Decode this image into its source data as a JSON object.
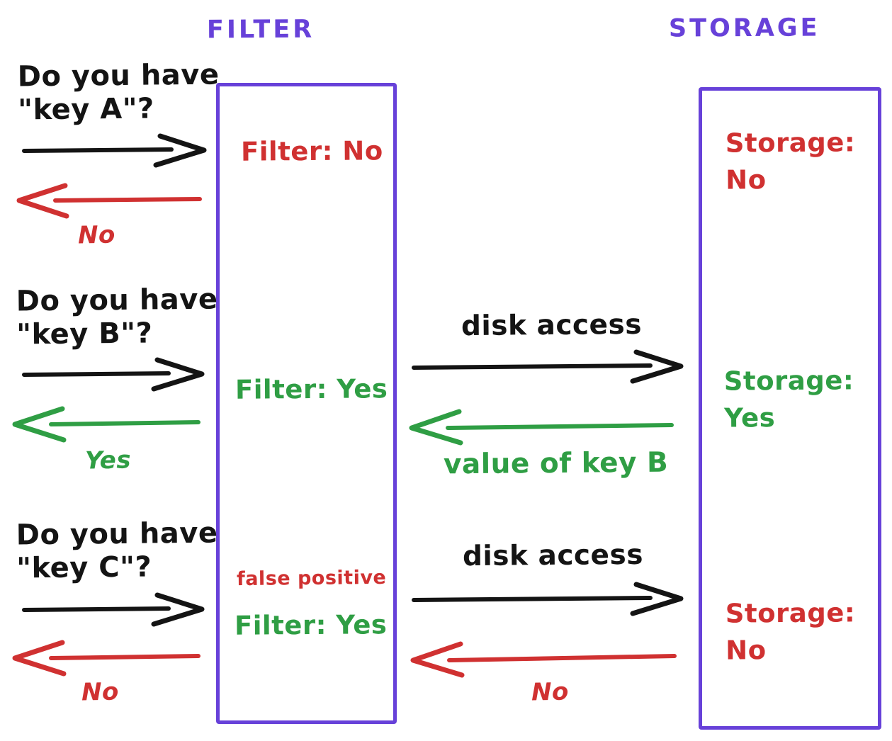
{
  "palette": {
    "violet": "#6741d9",
    "red": "#d03131",
    "green": "#2f9e44",
    "black": "#141414"
  },
  "columns": {
    "filter_title": "FILTER",
    "storage_title": "STORAGE"
  },
  "interactions": [
    {
      "key": "A",
      "question": [
        "Do you have",
        "\"key A\"?"
      ],
      "filter_result": "Filter: No",
      "reply": "No",
      "storage_state": [
        "Storage:",
        "No"
      ]
    },
    {
      "key": "B",
      "question": [
        "Do you have",
        "\"key B\"?"
      ],
      "filter_result": "Filter: Yes",
      "reply": "Yes",
      "disk_access_label": "disk access",
      "storage_state": [
        "Storage:",
        "Yes"
      ],
      "storage_reply": "value of key B"
    },
    {
      "key": "C",
      "question": [
        "Do you have",
        "\"key C\"?"
      ],
      "false_positive_label": "false positive",
      "filter_result": "Filter: Yes",
      "reply": "No",
      "disk_access_label": "disk access",
      "storage_state": [
        "Storage:",
        "No"
      ],
      "storage_reply": "No"
    }
  ]
}
